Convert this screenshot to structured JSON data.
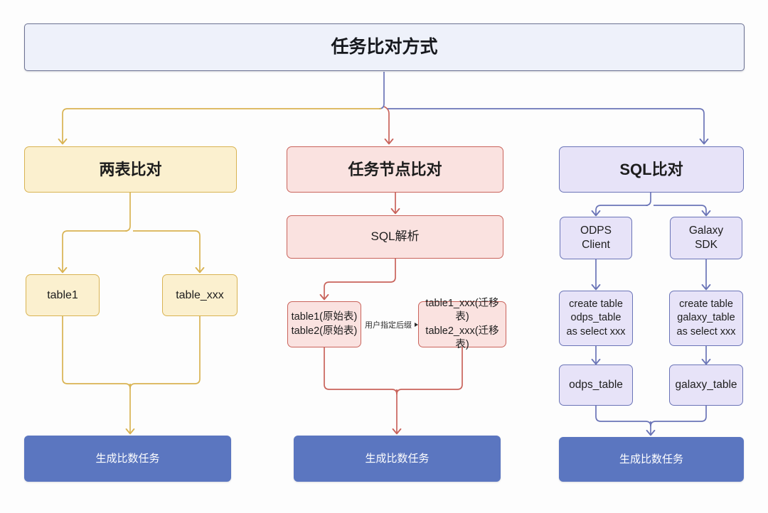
{
  "diagram": {
    "title": "任务比对方式",
    "colors": {
      "root_fill": "#eef1fa",
      "root_border": "#6c7293",
      "yellow_fill": "#fbf0cf",
      "yellow_border": "#d9b352",
      "pink_fill": "#fae2e0",
      "pink_border": "#c9635b",
      "purple_fill": "#e7e3f8",
      "purple_border": "#6a74b7",
      "blue_fill": "#5b76c0",
      "blue_text": "#ffffff",
      "background": "#fdfdfd"
    },
    "branches": {
      "left": {
        "head": "两表比对",
        "tables": [
          "table1",
          "table_xxx"
        ],
        "terminal": "生成比数任务"
      },
      "middle": {
        "head": "任务节点比对",
        "parse": "SQL解析",
        "source_tables": "table1(原始表)\ntable2(原始表)",
        "target_tables": "table1_xxx(迁移表)\ntable2_xxx(迁移表)",
        "edge_label": "用户指定后缀",
        "terminal": "生成比数任务"
      },
      "right": {
        "head": "SQL比对",
        "clients": [
          "ODPS\nClient",
          "Galaxy\nSDK"
        ],
        "ddl": [
          "create table\nodps_table\nas select xxx",
          "create table\ngalaxy_table\nas select xxx"
        ],
        "results": [
          "odps_table",
          "galaxy_table"
        ],
        "terminal": "生成比数任务"
      }
    }
  }
}
